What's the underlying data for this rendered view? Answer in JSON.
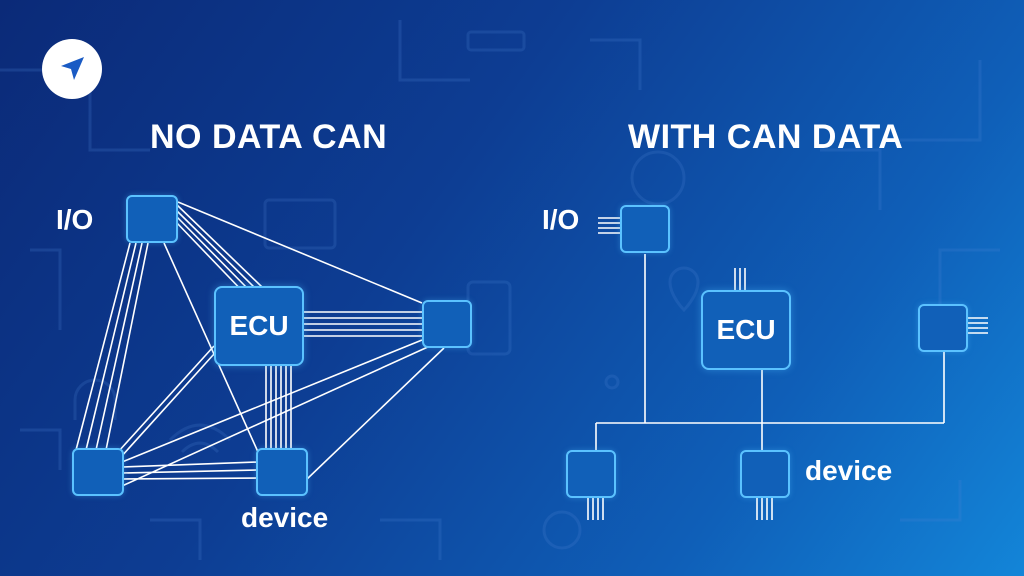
{
  "left_panel": {
    "title": "NO DATA CAN",
    "io_label": "I/O",
    "ecu_label": "ECU",
    "device_label": "device"
  },
  "right_panel": {
    "title": "WITH CAN DATA",
    "io_label": "I/O",
    "ecu_label": "ECU",
    "device_label": "device"
  },
  "colors": {
    "background_dark": "#0b2a78",
    "background_light": "#1385d8",
    "node_fill": "#1160b8",
    "node_border": "#5bc2ff",
    "wire": "#ffffff"
  },
  "logo": {
    "icon": "navigation-arrow-icon"
  }
}
